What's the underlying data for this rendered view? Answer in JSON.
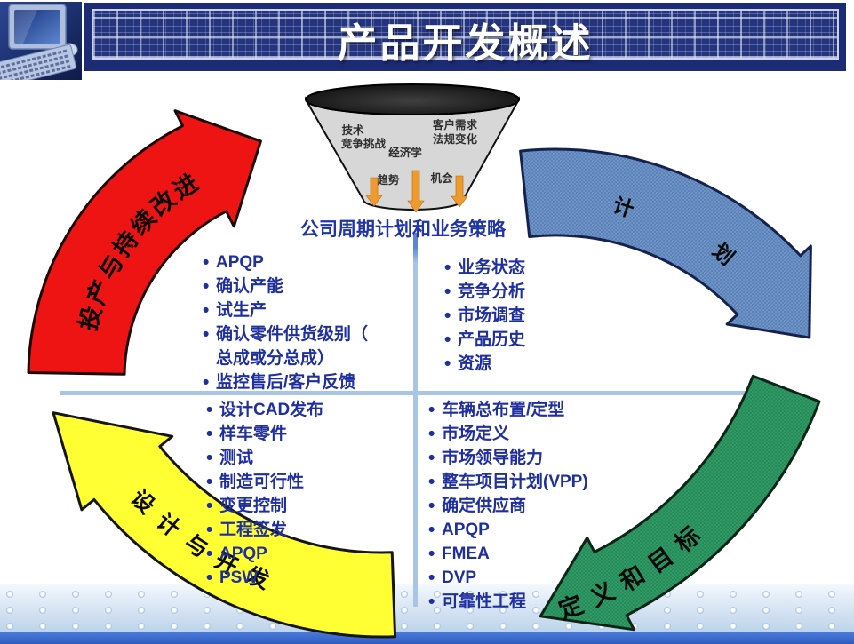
{
  "header": {
    "title": "产品开发概述"
  },
  "icons": {
    "computer": "computer-photo"
  },
  "funnel": {
    "inputs": [
      "技术",
      "客户需求",
      "竞争挑战",
      "法规变化",
      "经济学",
      "趋势",
      "机会"
    ],
    "caption": "公司周期计划和业务策略"
  },
  "cycle": {
    "phases": [
      {
        "id": "launch",
        "label": "投产与持续改进",
        "color": "#ee1414"
      },
      {
        "id": "plan",
        "label": "计 划",
        "color": "#6e93c6"
      },
      {
        "id": "define",
        "label": "定义和目标",
        "color": "#2f9a66"
      },
      {
        "id": "design",
        "label": "设计与开发",
        "color": "#ffff33"
      }
    ]
  },
  "quadrants": {
    "launch_items": [
      "APQP",
      "确认产能",
      "试生产",
      "确认零件供货级别（\n总成或分总成）",
      "监控售后/客户反馈"
    ],
    "plan_items": [
      "业务状态",
      "竞争分析",
      "市场调查",
      "产品历史",
      "资源"
    ],
    "design_items": [
      "设计CAD发布",
      "样车零件",
      "测试",
      "制造可行性",
      "变更控制",
      "工程签发",
      "APQP",
      "PSW"
    ],
    "define_items": [
      "车辆总布置/定型",
      "市场定义",
      "市场领导能力",
      "整车项目计划(VPP)",
      "确定供应商",
      "APQP",
      "FMEA",
      "DVP",
      "可靠性工程"
    ]
  },
  "colors": {
    "title_text": "#ffffff",
    "header_bg": "#1d2a76",
    "body_text": "#1f2f9e",
    "divider": "#a9c5e3",
    "funnel_body": "#d7d7d7",
    "funnel_arrow_orange": "#ef9a2c",
    "bottom_bar": "#3566cd"
  }
}
